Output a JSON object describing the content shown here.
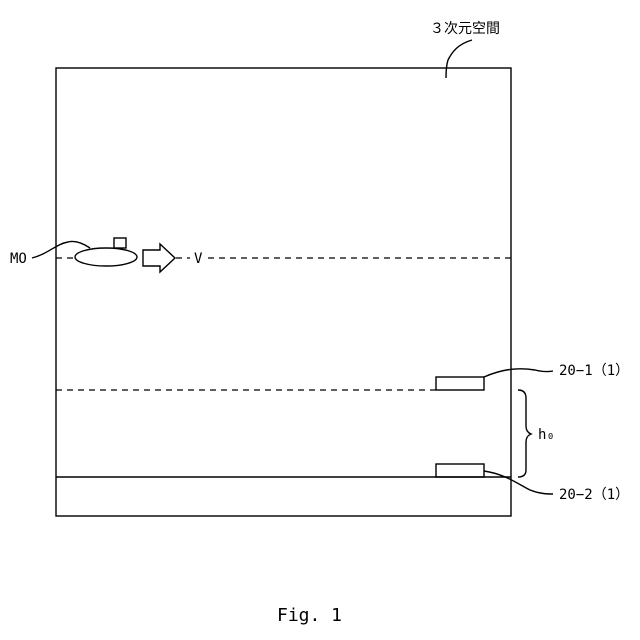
{
  "space_label": "３次元空間",
  "mo_label": "MO",
  "velocity_label": "V",
  "sensor_top_label": "20−1（1）",
  "sensor_bottom_label": "20−2（1）",
  "height_label": "h₀",
  "caption": "Fig. 1"
}
